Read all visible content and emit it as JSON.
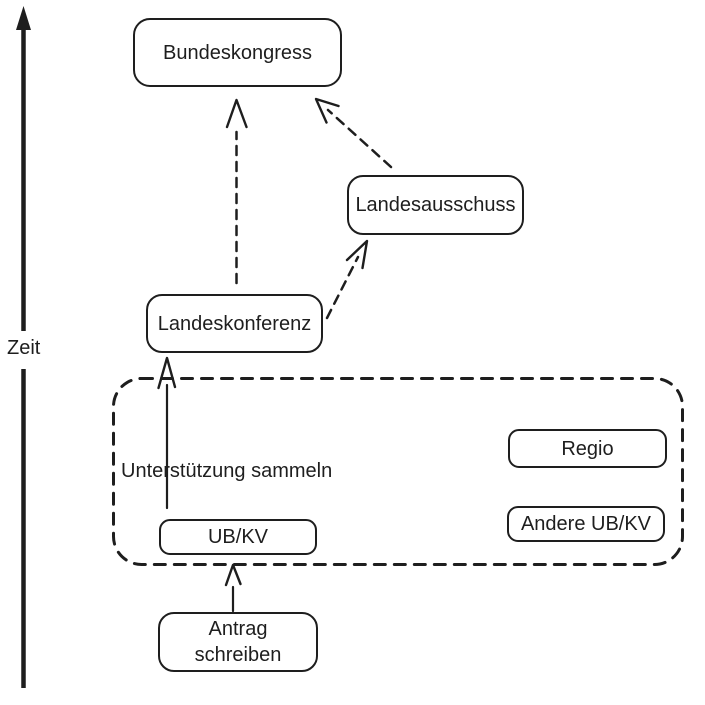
{
  "diagram": {
    "background_color": "#ffffff",
    "stroke_color": "#1e1e1e",
    "axis": {
      "label": "Zeit"
    },
    "nodes": {
      "bundeskongress": {
        "label": "Bundeskongress"
      },
      "landesausschuss": {
        "label": "Landesausschuss"
      },
      "landeskonferenz": {
        "label": "Landeskonferenz"
      },
      "regio": {
        "label": "Regio"
      },
      "andere_ubkv": {
        "label": "Andere UB/KV"
      },
      "ubkv": {
        "label": "UB/KV"
      },
      "antrag": {
        "label": "Antrag schreiben",
        "line1": "Antrag",
        "line2": "schreiben"
      }
    },
    "annotation": {
      "label": "Unterstützung sammeln"
    },
    "edges": [
      {
        "from": "antrag",
        "to": "ubkv",
        "style": "solid"
      },
      {
        "from": "ubkv",
        "to": "landeskonferenz",
        "style": "solid",
        "label": "Unterstützung sammeln"
      },
      {
        "from": "landeskonferenz",
        "to": "bundeskongress",
        "style": "dashed"
      },
      {
        "from": "landeskonferenz",
        "to": "landesausschuss",
        "style": "dashed"
      },
      {
        "from": "landesausschuss",
        "to": "bundeskongress",
        "style": "dashed"
      }
    ]
  }
}
